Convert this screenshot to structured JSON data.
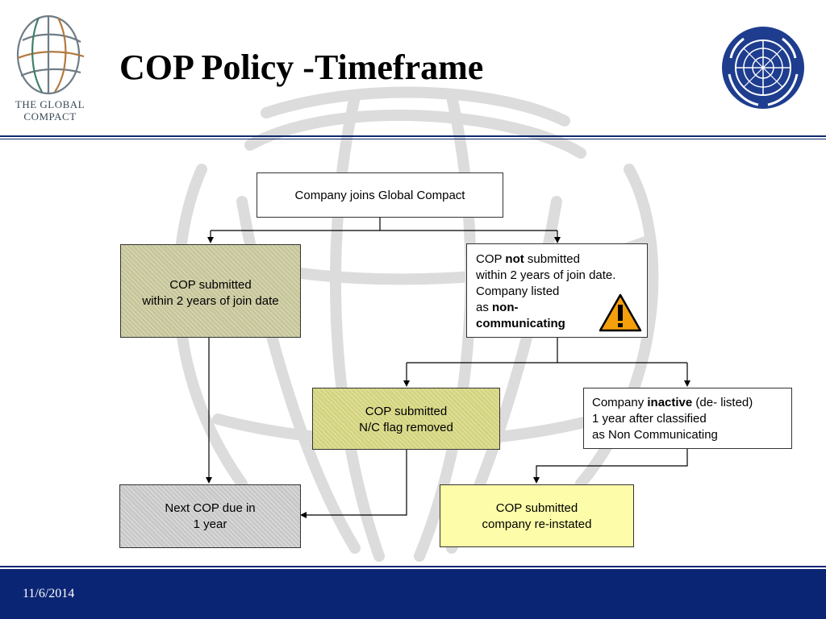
{
  "slide": {
    "title": "COP Policy -Timeframe",
    "date": "11/6/2014"
  },
  "logos": {
    "global_compact_line1": "THE GLOBAL",
    "global_compact_line2": "COMPACT"
  },
  "nodes": {
    "join": {
      "text": "Company joins Global Compact"
    },
    "submitted": {
      "line1": "COP submitted",
      "line2": "within 2 years of join date"
    },
    "not_submitted": {
      "l1a": "COP ",
      "l1b": "not",
      "l1c": " submitted",
      "l2": "within 2 years of join date.",
      "l3": "Company listed",
      "l4a": "as ",
      "l4b": "non-",
      "l5": "communicating"
    },
    "flag_removed": {
      "line1": "COP submitted",
      "line2": "N/C flag removed"
    },
    "inactive": {
      "l1a": "Company ",
      "l1b": "inactive",
      "l1c": " (de- listed)",
      "l2": "1 year after classified",
      "l3": "as Non Communicating"
    },
    "next_cop": {
      "line1": "Next COP due in",
      "line2": "1 year"
    },
    "reinstated": {
      "line1": "COP submitted",
      "line2": "company re-instated"
    }
  },
  "icons": {
    "warning": "warning-triangle-icon"
  },
  "colors": {
    "navy": "#0b2575",
    "olive_box": "#c6c69a",
    "khaki_box": "#d4d47e",
    "grey_box": "#c8c8c8",
    "yellow_box": "#fdfca8",
    "warning_orange": "#f5a00b"
  }
}
